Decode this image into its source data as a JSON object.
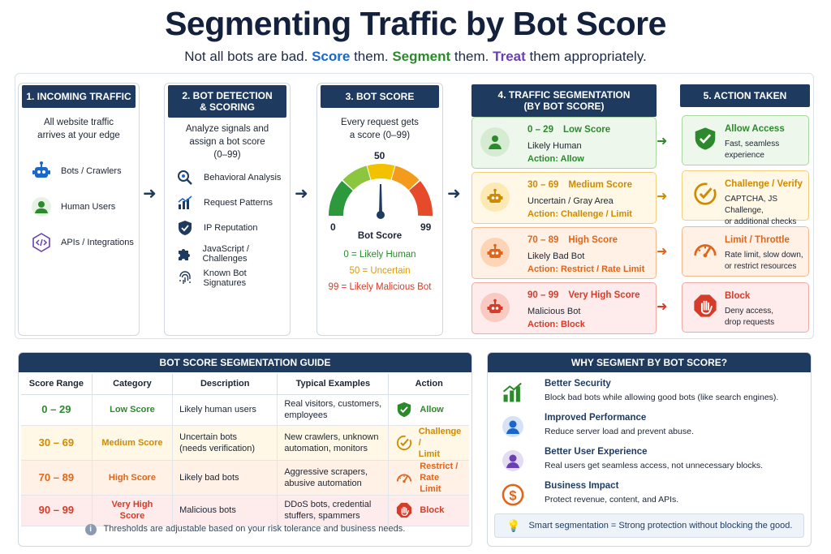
{
  "header": {
    "title": "Segmenting Traffic by Bot Score",
    "subtitle_a": "Not all bots are bad.",
    "subtitle_b": "Score",
    "subtitle_c": "them.",
    "subtitle_d": "Segment",
    "subtitle_e": "them.",
    "subtitle_f": "Treat",
    "subtitle_g": "them appropriately."
  },
  "stage1": {
    "title": "1. INCOMING TRAFFIC",
    "desc_line1": "All website traffic",
    "desc_line2": "arrives at your edge",
    "items": [
      {
        "label": "Bots / Crawlers",
        "icon": "robot-icon"
      },
      {
        "label": "Human Users",
        "icon": "user-icon"
      },
      {
        "label": "APIs / Integrations",
        "icon": "code-icon"
      }
    ]
  },
  "stage2": {
    "title_line1": "2. BOT DETECTION",
    "title_line2": "& SCORING",
    "desc_line1": "Analyze signals and",
    "desc_line2": "assign a bot score",
    "desc_line3": "(0–99)",
    "items": [
      {
        "label": "Behavioral Analysis",
        "icon": "magnifier-icon"
      },
      {
        "label": "Request Patterns",
        "icon": "bar-chart-icon"
      },
      {
        "label": "IP Reputation",
        "icon": "shield-check-icon"
      },
      {
        "label": "JavaScript / Challenges",
        "icon": "puzzle-icon"
      },
      {
        "label": "Known Bot Signatures",
        "icon": "fingerprint-icon"
      }
    ]
  },
  "stage3": {
    "title": "3. BOT SCORE",
    "desc_line1": "Every request gets",
    "desc_line2": "a score (0–99)",
    "gauge_min": "0",
    "gauge_mid": "50",
    "gauge_max": "99",
    "gauge_caption": "Bot Score",
    "legend": [
      {
        "text": "0  = Likely Human",
        "color": "#2c8a2c"
      },
      {
        "text": "50 = Uncertain",
        "color": "#e09a00"
      },
      {
        "text": "99 = Likely Malicious Bot",
        "color": "#d63b2a"
      }
    ]
  },
  "stage4": {
    "title_line1": "4. TRAFFIC SEGMENTATION",
    "title_line2": "(BY BOT SCORE)",
    "segments": [
      {
        "range": "0 – 29",
        "level": "Low Score",
        "desc": "Likely Human",
        "action": "Action: Allow",
        "color": "#2c8a2c",
        "bg": "#eef7ec",
        "border": "#a9d6a1",
        "icon": "user-icon"
      },
      {
        "range": "30 – 69",
        "level": "Medium Score",
        "desc": "Uncertain / Gray Area",
        "action": "Action: Challenge / Limit",
        "color": "#d08a00",
        "bg": "#fff8e6",
        "border": "#f2cf7a",
        "icon": "robot-icon"
      },
      {
        "range": "70 – 89",
        "level": "High Score",
        "desc": "Likely Bad Bot",
        "action": "Action: Restrict / Rate Limit",
        "color": "#e0651a",
        "bg": "#fff1e6",
        "border": "#f3b98a",
        "icon": "robot-icon"
      },
      {
        "range": "90 – 99",
        "level": "Very High Score",
        "desc": "Malicious Bot",
        "action": "Action: Block",
        "color": "#d63b2a",
        "bg": "#fdeceb",
        "border": "#f0aaa2",
        "icon": "robot-icon"
      }
    ]
  },
  "stage5": {
    "title": "5. ACTION TAKEN",
    "actions": [
      {
        "title": "Allow Access",
        "line1": "Fast, seamless",
        "line2": "experience",
        "color": "#2c8a2c",
        "bg": "#eef7ec",
        "border": "#a9d6a1",
        "icon": "shield-check-icon"
      },
      {
        "title": "Challenge / Verify",
        "line1": "CAPTCHA, JS Challenge,",
        "line2": "or additional checks",
        "color": "#d08a00",
        "bg": "#fff8e6",
        "border": "#f2cf7a",
        "icon": "check-circle-icon"
      },
      {
        "title": "Limit / Throttle",
        "line1": "Rate limit, slow down,",
        "line2": "or restrict resources",
        "color": "#e0651a",
        "bg": "#fff1e6",
        "border": "#f3b98a",
        "icon": "speedometer-icon"
      },
      {
        "title": "Block",
        "line1": "Deny access,",
        "line2": "drop requests",
        "color": "#d63b2a",
        "bg": "#fdeceb",
        "border": "#f0aaa2",
        "icon": "hand-stop-icon"
      }
    ]
  },
  "guide": {
    "title": "BOT SCORE SEGMENTATION GUIDE",
    "columns": [
      "Score Range",
      "Category",
      "Description",
      "Typical Examples",
      "Action"
    ],
    "rows": [
      {
        "range": "0 – 29",
        "category": "Low Score",
        "desc": "Likely human users",
        "ex1": "Real visitors, customers,",
        "ex2": "employees",
        "act1": "Allow",
        "act2": "",
        "color": "#2c8a2c",
        "bg": "#ffffff",
        "icon": "shield-check-icon"
      },
      {
        "range": "30 – 69",
        "category": "Medium Score",
        "desc": "Uncertain bots",
        "desc2": "(needs verification)",
        "ex1": "New crawlers, unknown",
        "ex2": "automation, monitors",
        "act1": "Challenge /",
        "act2": "Limit",
        "color": "#d08a00",
        "bg": "#fff8e6",
        "icon": "check-circle-icon"
      },
      {
        "range": "70 – 89",
        "category": "High Score",
        "desc": "Likely bad bots",
        "ex1": "Aggressive scrapers,",
        "ex2": "abusive automation",
        "act1": "Restrict /",
        "act2": "Rate Limit",
        "color": "#e0651a",
        "bg": "#fff1e6",
        "icon": "speedometer-icon"
      },
      {
        "range": "90 – 99",
        "category": "Very High Score",
        "desc": "Malicious bots",
        "ex1": "DDoS bots, credential",
        "ex2": "stuffers, spammers",
        "act1": "Block",
        "act2": "",
        "color": "#d63b2a",
        "bg": "#fdeceb",
        "icon": "hand-stop-icon"
      }
    ],
    "note": "Thresholds are adjustable based on your risk tolerance and business needs."
  },
  "why": {
    "title": "WHY SEGMENT BY BOT SCORE?",
    "items": [
      {
        "title": "Better Security",
        "desc": "Block bad bots while allowing good bots (like search engines).",
        "icon": "bar-chart-icon",
        "color": "#2c8a2c"
      },
      {
        "title": "Improved Performance",
        "desc": "Reduce server load and prevent abuse.",
        "icon": "user-icon",
        "color": "#1a66c9"
      },
      {
        "title": "Better User Experience",
        "desc": "Real users get seamless access, not unnecessary blocks.",
        "icon": "user-icon",
        "color": "#6a3fb1"
      },
      {
        "title": "Business Impact",
        "desc": "Protect revenue, content, and APIs.",
        "icon": "dollar-icon",
        "color": "#e0651a"
      }
    ],
    "tip": "Smart segmentation = Strong protection without blocking the good."
  }
}
